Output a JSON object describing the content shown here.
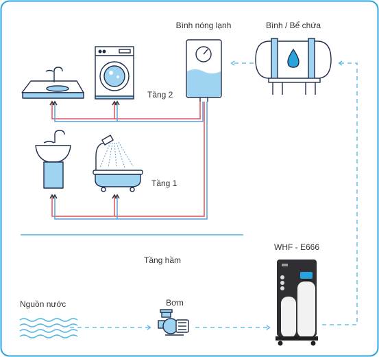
{
  "labels": {
    "water_heater": "Bình nóng lạnh",
    "storage_tank": "Bình / Bể chứa",
    "floor_2": "Tầng 2",
    "floor_1": "Tầng 1",
    "basement": "Tầng hầm",
    "water_source": "Nguồn nước",
    "pump": "Bơm",
    "filter_model": "WHF - E666"
  },
  "colors": {
    "frame": "#2aa3dc",
    "outline": "#1f2d4a",
    "water": "#9fd3f2",
    "pipe_hot": "#e0505c",
    "pipe_cold": "#5a9fd8",
    "flow_arrow": "#4ab4e6",
    "machine_dark": "#2e2e33",
    "machine_light": "#f2f2f2"
  },
  "icons": [
    "sink-icon",
    "washing-machine-icon",
    "pedestal-sink-icon",
    "bathtub-icon",
    "water-heater-icon",
    "storage-tank-icon",
    "pump-icon",
    "water-waves-icon",
    "filter-system-icon"
  ]
}
